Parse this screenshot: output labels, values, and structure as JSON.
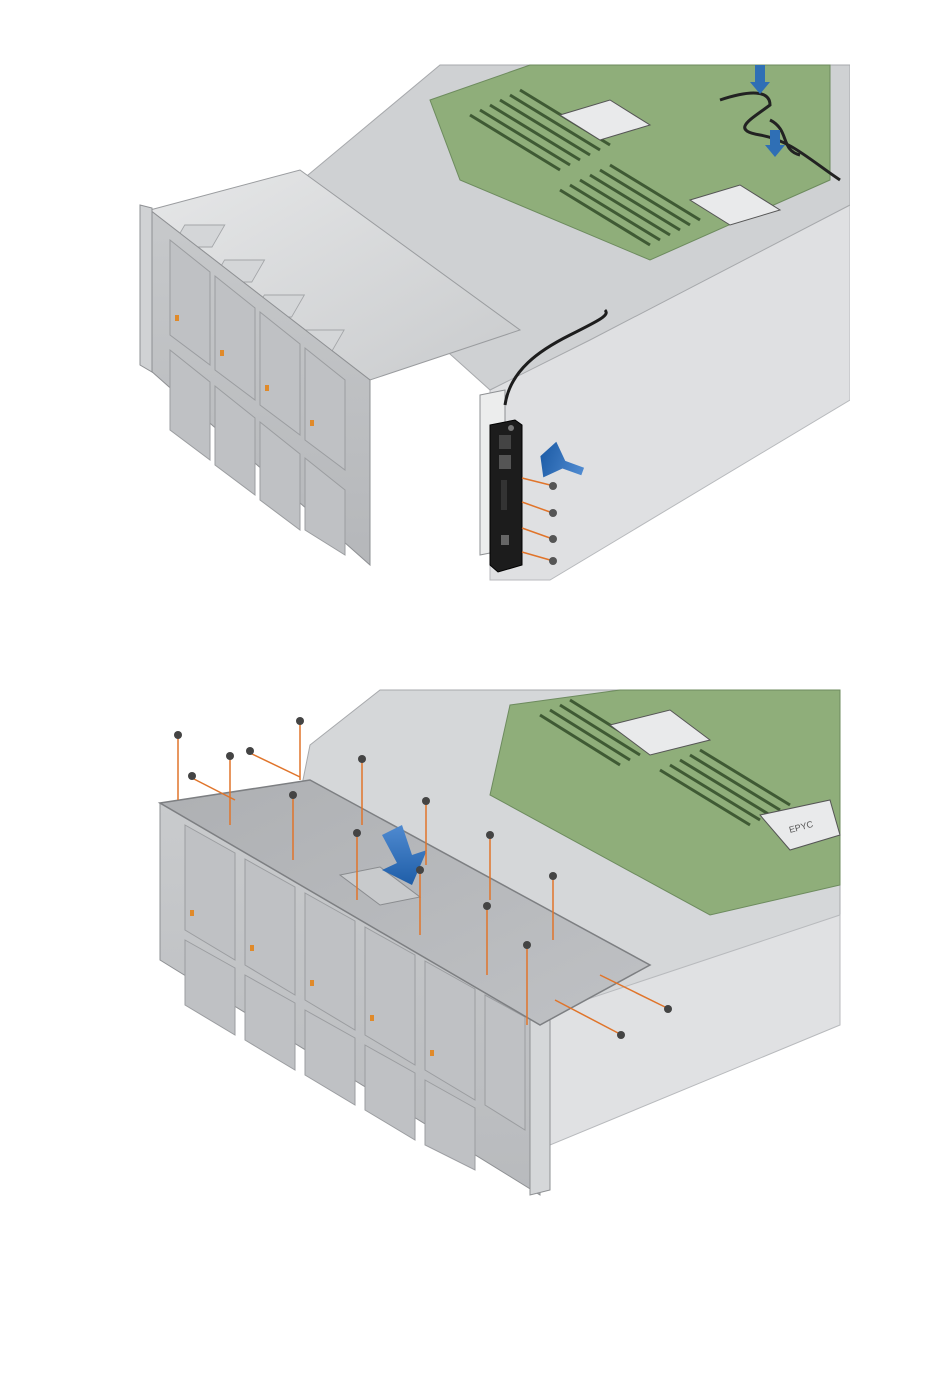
{
  "figures": [
    {
      "step": "top",
      "arrows": [
        "insert-arrow",
        "cable-arrow-1",
        "cable-arrow-2"
      ],
      "screws": 4
    },
    {
      "step": "bottom",
      "arrows": [
        "cover-down-arrow"
      ],
      "cpu_label": "EPYC",
      "screws": 16
    }
  ],
  "colors": {
    "chassis": "#d9dadc",
    "chassis_dark": "#a9abae",
    "board": "#8fae7a",
    "arrow": "#2f6fb5",
    "panel": "#1c1c1c"
  }
}
